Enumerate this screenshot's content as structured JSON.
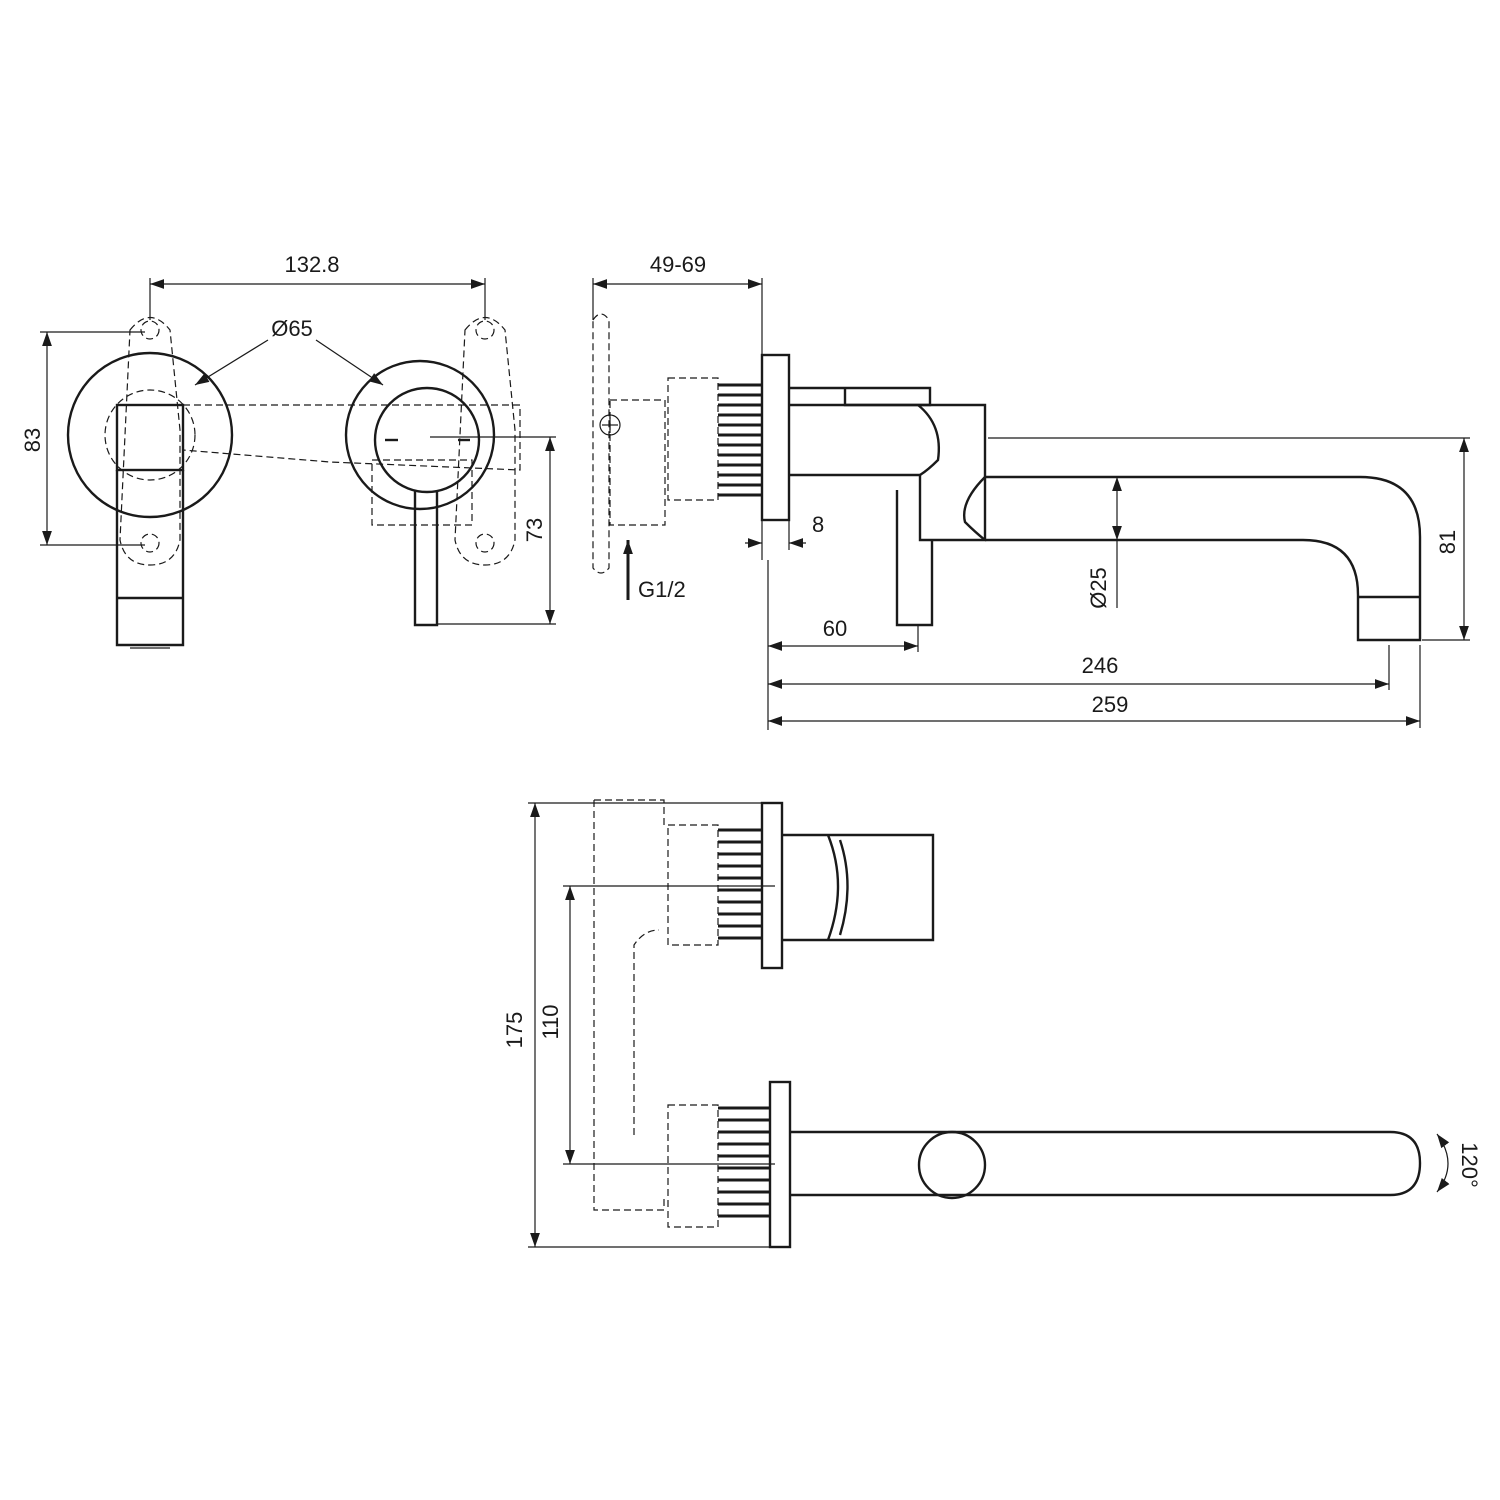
{
  "drawing": {
    "front_view": {
      "dim_spacing": "132.8",
      "dim_rosette_diameter": "Ø65",
      "dim_height": "83",
      "dim_lever_drop": "73"
    },
    "side_view": {
      "dim_wall_depth": "49-69",
      "inlet_label": "G1/2",
      "dim_plate_thickness": "8",
      "dim_handle_projection": "60",
      "dim_spout_diameter": "Ø25",
      "dim_spout_height": "81",
      "dim_spout_reach": "246",
      "dim_total_reach": "259"
    },
    "top_view": {
      "dim_total_height": "175",
      "dim_center_distance": "110",
      "dim_swivel_angle": "120°"
    }
  }
}
